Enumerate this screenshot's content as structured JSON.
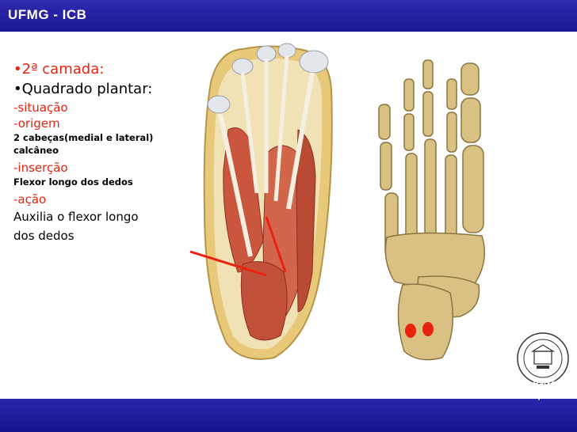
{
  "header": {
    "title": "UFMG - ICB"
  },
  "content": {
    "layer": "•2ª camada:",
    "muscle": "•Quadrado plantar:",
    "situation_label": "-situação",
    "origin_label": "-origem",
    "origin_line1": "2 cabeças(medial e lateral)",
    "origin_line2": "calcâneo",
    "insertion_label": "-inserção",
    "insertion_value": "Flexor longo dos dedos",
    "action_label": "-ação",
    "action_line1": "Auxilia o flexor longo",
    "action_line2": "dos dedos"
  },
  "footer": {
    "author": "Ana Paula de Sousa Paixão",
    "role": "Fisioterapêuta"
  },
  "colors": {
    "header_bar": "#2f2ab0",
    "accent_red": "#e8230f",
    "muscle": "#c9563d",
    "bone": "#d8c182"
  }
}
